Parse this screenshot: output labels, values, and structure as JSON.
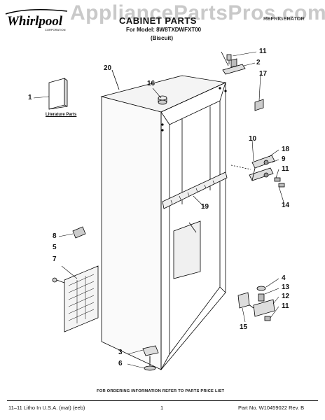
{
  "watermark": "AppliancePartsPros.com",
  "brand": {
    "name": "Whirlpool",
    "corporation": "CORPORATION"
  },
  "header": {
    "title": "CABINET PARTS",
    "model": "For Model: 8W8TXDWFXT00",
    "color": "(Biscuit)",
    "category": "REFRIGERATOR"
  },
  "literature_label": "Literature Parts",
  "callouts": {
    "c1": "1",
    "c2": "2",
    "c3": "3",
    "c4": "4",
    "c5": "5",
    "c6": "6",
    "c7": "7",
    "c8": "8",
    "c9": "9",
    "c10": "10",
    "c11a": "11",
    "c11b": "11",
    "c11c": "11",
    "c12": "12",
    "c13": "13",
    "c14": "14",
    "c15": "15",
    "c16": "16",
    "c17": "17",
    "c18": "18",
    "c19": "19",
    "c20": "20"
  },
  "footer": {
    "order_note": "FOR ORDERING INFORMATION REFER TO PARTS PRICE LIST",
    "left": "11–11 Litho In U.S.A. (mat) (eeb)",
    "page": "1",
    "right": "Part No. W10459022 Rev. B"
  }
}
